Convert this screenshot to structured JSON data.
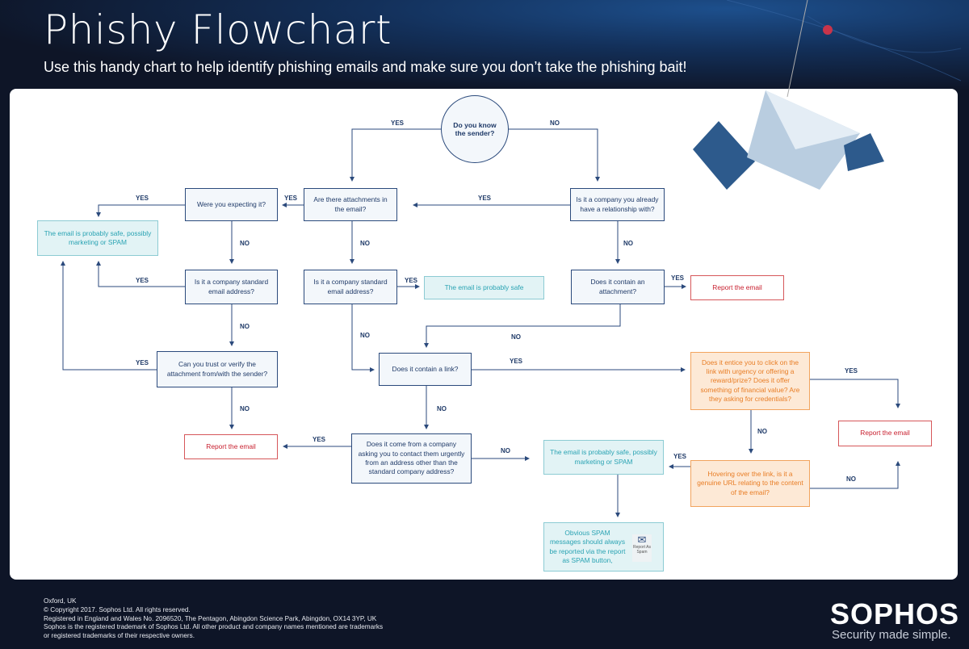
{
  "header": {
    "title": "Phishy Flowchart",
    "subtitle": "Use this handy chart to help identify phishing emails and make sure you don’t take the phishing bait!"
  },
  "nodes": {
    "start": "Do you know the sender?",
    "attachments": "Are there attachments in the email?",
    "relationship": "Is it a company you already have a relationship with?",
    "expecting": "Were you expecting it?",
    "safe_marketing_1": "The email is probably safe, possibly marketing or SPAM",
    "std_email_1": "Is it a company standard email address?",
    "std_email_2": "Is it a company standard email address?",
    "safe": "The email is probably safe",
    "contain_attachment": "Does it contain an attachment?",
    "report_1": "Report the email",
    "trust_attachment": "Can you trust or verify the attachment from/with the sender?",
    "contain_link": "Does it contain a link?",
    "entice": "Does it entice you to click on the link with urgency or offering a reward/prize? Does it offer something of financial value? Are they asking for credentials?",
    "report_2": "Report the email",
    "report_3": "Report the email",
    "contact_urgently": "Does it come from a company asking you to contact them urgently from an address other than the standard company address?",
    "safe_marketing_2": "The email is probably safe, possibly marketing or SPAM",
    "hovering": "Hovering over the link, is it a genuine URL relating to the content of the email?",
    "spam_note": "Obvious SPAM messages should always be reported via the report as SPAM button,",
    "spam_button": "Report As Spam"
  },
  "labels": [
    "YES",
    "NO",
    "YES",
    "YES",
    "YES",
    "NO",
    "NO",
    "NO",
    "YES",
    "YES",
    "YES",
    "NO",
    "NO",
    "NO",
    "YES",
    "NO",
    "YES",
    "NO",
    "YES",
    "NO",
    "YES",
    "NO",
    "YES",
    "NO"
  ],
  "footer": {
    "lines": [
      "Oxford, UK",
      "© Copyright 2017. Sophos Ltd. All rights reserved.",
      "Registered in England and Wales No. 2096520, The Pentagon, Abingdon Science Park, Abingdon, OX14 3YP, UK",
      "Sophos is the registered trademark of Sophos Ltd. All other product and company names mentioned are trademarks",
      "or registered trademarks of their respective owners."
    ]
  },
  "brand": {
    "logo": "SOPHOS",
    "tagline": "Security made simple."
  },
  "colors": {
    "question": "#2b4a7c",
    "safe": "#2aa3b3",
    "report": "#c8202f",
    "warning": "#e87d25"
  }
}
